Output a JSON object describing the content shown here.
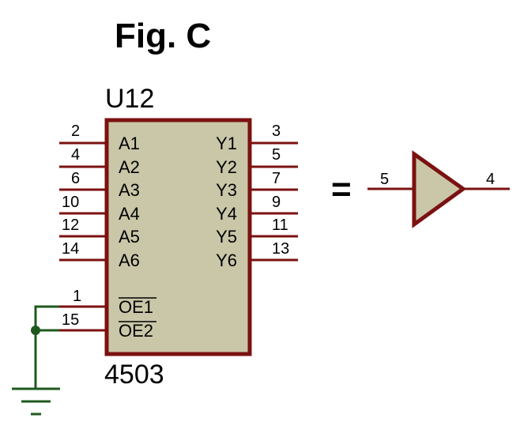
{
  "title": "Fig. C",
  "chip": {
    "ref": "U12",
    "part": "4503",
    "body_color": "#c9c7a8",
    "outline_color": "#7b1111"
  },
  "pins_left": [
    {
      "num": "2",
      "label": "A1"
    },
    {
      "num": "4",
      "label": "A2"
    },
    {
      "num": "6",
      "label": "A3"
    },
    {
      "num": "10",
      "label": "A4"
    },
    {
      "num": "12",
      "label": "A5"
    },
    {
      "num": "14",
      "label": "A6"
    }
  ],
  "pins_right": [
    {
      "num": "3",
      "label": "Y1"
    },
    {
      "num": "5",
      "label": "Y2"
    },
    {
      "num": "7",
      "label": "Y3"
    },
    {
      "num": "9",
      "label": "Y4"
    },
    {
      "num": "11",
      "label": "Y5"
    },
    {
      "num": "13",
      "label": "Y6"
    }
  ],
  "enable_pins": [
    {
      "num": "1",
      "label": "OE1"
    },
    {
      "num": "15",
      "label": "OE2"
    }
  ],
  "equals_sign": "=",
  "buffer": {
    "in_pin": "5",
    "out_pin": "4"
  },
  "colors": {
    "wire": "#7b1111",
    "ground_wire": "#1e5a1e",
    "gate_fill": "#c9c7a8"
  },
  "icons": {
    "ground": "ground-icon",
    "buffer": "buffer-gate-icon"
  }
}
